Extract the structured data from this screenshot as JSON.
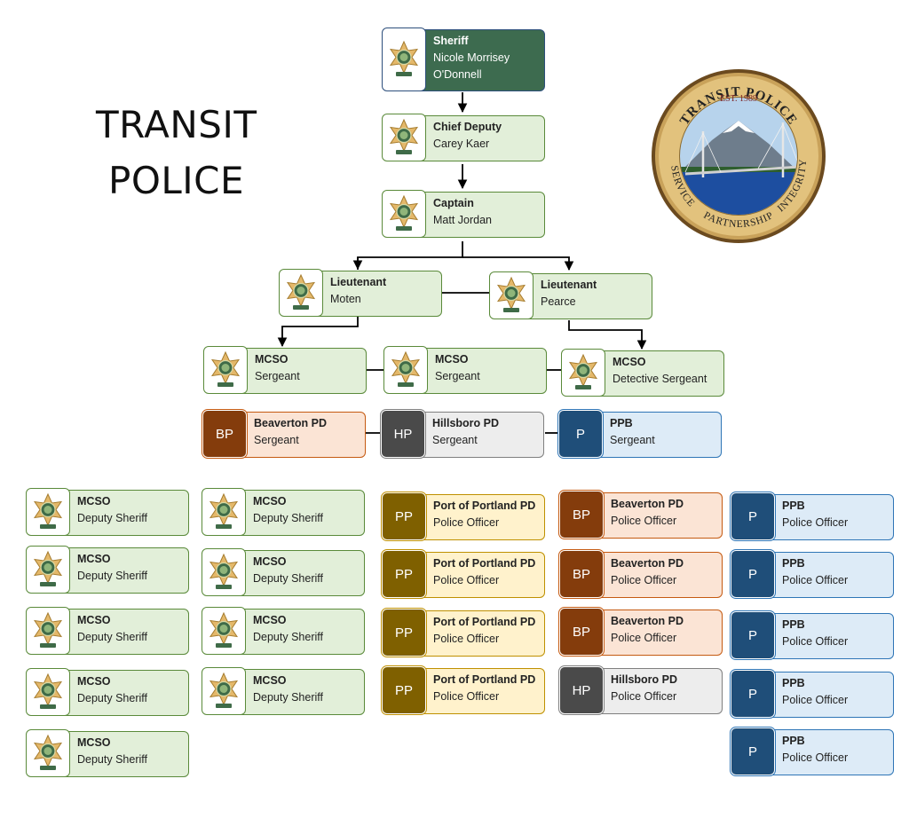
{
  "title": {
    "line1": "TRANSIT",
    "line2": "POLICE"
  },
  "seal": {
    "top_text": "TRANSIT POLICE",
    "est": "EST. 1989",
    "left_word": "SERVICE",
    "bottom_word": "PARTNERSHIP",
    "right_word": "INTEGRITY"
  },
  "colors": {
    "mcso_border": "#5a8a3a",
    "mcso_fill": "#e2efd9",
    "sheriff_fill": "#3d6b4f",
    "sheriff_border": "#2d4f7c",
    "bp_badge": "#843c0c",
    "bp_fill": "#fbe4d5",
    "bp_border": "#c55a11",
    "hp_badge": "#4a4a4a",
    "hp_fill": "#ededed",
    "hp_border": "#7f7f7f",
    "ppb_badge": "#1f4e79",
    "ppb_fill": "#ddebf7",
    "ppb_border": "#2e75b6",
    "pp_badge": "#7f6000",
    "pp_fill": "#fff2cc",
    "pp_border": "#bf9000",
    "line": "#000000"
  },
  "command": {
    "sheriff": {
      "rank": "Sheriff",
      "name1": "Nicole Morrisey",
      "name2": "O'Donnell",
      "icon": "sheriff-star-icon"
    },
    "chief_deputy": {
      "rank": "Chief Deputy",
      "name": "Carey Kaer",
      "icon": "sheriff-star-icon"
    },
    "captain": {
      "rank": "Captain",
      "name": "Matt Jordan",
      "icon": "sheriff-star-icon"
    },
    "lieutenants": [
      {
        "rank": "Lieutenant",
        "name": "Moten",
        "icon": "sheriff-star-icon"
      },
      {
        "rank": "Lieutenant",
        "name": "Pearce",
        "icon": "sheriff-star-icon"
      }
    ]
  },
  "sergeants": [
    {
      "agency": "MCSO",
      "role": "Sergeant",
      "icon": "sheriff-star-icon"
    },
    {
      "agency": "MCSO",
      "role": "Sergeant",
      "icon": "sheriff-star-icon"
    },
    {
      "agency": "MCSO",
      "role": "Detective Sergeant",
      "icon": "sheriff-star-icon"
    },
    {
      "agency": "Beaverton PD",
      "role": "Sergeant",
      "badge": "BP"
    },
    {
      "agency": "Hillsboro PD",
      "role": "Sergeant",
      "badge": "HP"
    },
    {
      "agency": "PPB",
      "role": "Sergeant",
      "badge": "P"
    }
  ],
  "officers": {
    "mcso_col1": [
      {
        "agency": "MCSO",
        "role": "Deputy Sheriff"
      },
      {
        "agency": "MCSO",
        "role": "Deputy Sheriff"
      },
      {
        "agency": "MCSO",
        "role": "Deputy Sheriff"
      },
      {
        "agency": "MCSO",
        "role": "Deputy Sheriff"
      },
      {
        "agency": "MCSO",
        "role": "Deputy Sheriff"
      }
    ],
    "mcso_col2": [
      {
        "agency": "MCSO",
        "role": "Deputy Sheriff"
      },
      {
        "agency": "MCSO",
        "role": "Deputy Sheriff"
      },
      {
        "agency": "MCSO",
        "role": "Deputy Sheriff"
      },
      {
        "agency": "MCSO",
        "role": "Deputy Sheriff"
      }
    ],
    "port": [
      {
        "agency": "Port of Portland PD",
        "role": "Police Officer",
        "badge": "PP"
      },
      {
        "agency": "Port of Portland PD",
        "role": "Police Officer",
        "badge": "PP"
      },
      {
        "agency": "Port of Portland PD",
        "role": "Police Officer",
        "badge": "PP"
      },
      {
        "agency": "Port of Portland PD",
        "role": "Police Officer",
        "badge": "PP"
      }
    ],
    "bp_hp": [
      {
        "agency": "Beaverton PD",
        "role": "Police Officer",
        "badge": "BP"
      },
      {
        "agency": "Beaverton PD",
        "role": "Police Officer",
        "badge": "BP"
      },
      {
        "agency": "Beaverton PD",
        "role": "Police Officer",
        "badge": "BP"
      },
      {
        "agency": "Hillsboro PD",
        "role": "Police Officer",
        "badge": "HP"
      }
    ],
    "ppb": [
      {
        "agency": "PPB",
        "role": "Police Officer",
        "badge": "P"
      },
      {
        "agency": "PPB",
        "role": "Police Officer",
        "badge": "P"
      },
      {
        "agency": "PPB",
        "role": "Police Officer",
        "badge": "P"
      },
      {
        "agency": "PPB",
        "role": "Police Officer",
        "badge": "P"
      },
      {
        "agency": "PPB",
        "role": "Police Officer",
        "badge": "P"
      }
    ]
  }
}
